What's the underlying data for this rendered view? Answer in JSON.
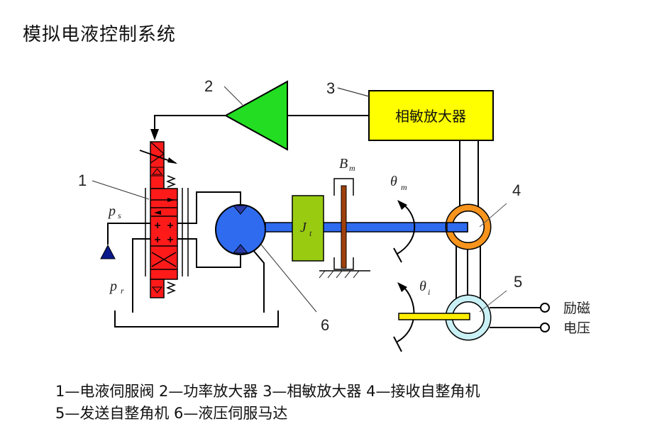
{
  "title": "模拟电液控制系统",
  "diagram": {
    "components": [
      {
        "id": "1",
        "label": "1",
        "name": "电液伺服阀",
        "color": "#ff1a1a"
      },
      {
        "id": "2",
        "label": "2",
        "name": "功率放大器",
        "color": "#22dd22"
      },
      {
        "id": "3",
        "label": "3",
        "name": "相敏放大器",
        "box_text": "相敏放大器",
        "color": "#ffff00"
      },
      {
        "id": "4",
        "label": "4",
        "name": "接收自整角机",
        "color": "#f7941d"
      },
      {
        "id": "5",
        "label": "5",
        "name": "发送自整角机",
        "color": "#c9f0f5"
      },
      {
        "id": "6",
        "label": "6",
        "name": "液压伺服马达",
        "color": "#2f6bef"
      }
    ],
    "symbols": {
      "ps": {
        "main": "p",
        "sub": "s"
      },
      "pr": {
        "main": "p",
        "sub": "r"
      },
      "jt": {
        "main": "J",
        "sub": "t"
      },
      "bm": {
        "main": "B",
        "sub": "m"
      },
      "theta_m": {
        "main": "θ",
        "sub": "m"
      },
      "theta_i": {
        "main": "θ",
        "sub": "i"
      }
    },
    "excitation_label_line1": "励磁",
    "excitation_label_line2": "电压",
    "colors": {
      "inertia": "#99cc11",
      "damper": "#a0410d",
      "shaft": "#2f6bef",
      "supply_triangle": "#0a1a8c",
      "input_shaft": "#ffee00"
    }
  },
  "legend": {
    "line1": "1—电液伺服阀  2—功率放大器  3—相敏放大器  4—接收自整角机",
    "line2": "5—发送自整角机  6—液压伺服马达"
  }
}
